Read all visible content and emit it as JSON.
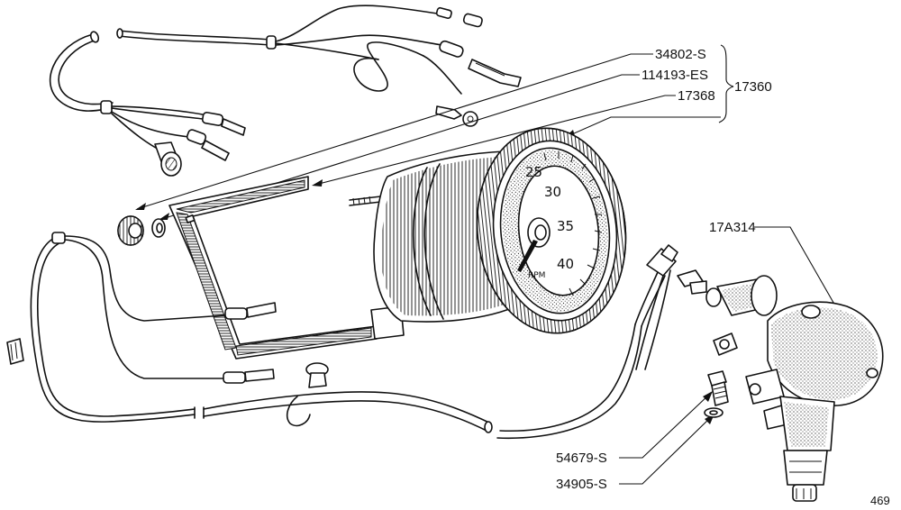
{
  "labels": {
    "part_34802_s": "34802-S",
    "part_114193_es": "114193-ES",
    "part_17368": "17368",
    "assembly_17360": "17360",
    "part_17a314": "17A314",
    "part_54679_s": "54679-S",
    "part_34905_s": "34905-S"
  },
  "dial": {
    "numbers": [
      "25",
      "30",
      "35",
      "40"
    ],
    "unit": "RPM"
  },
  "page_number": "469"
}
